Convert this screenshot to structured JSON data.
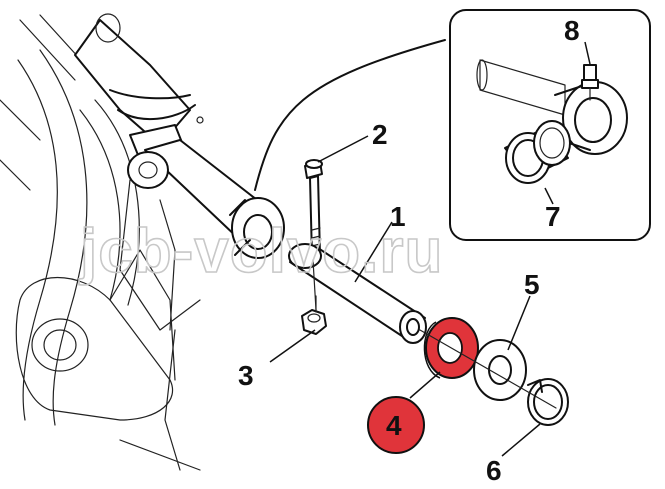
{
  "watermark": "jcb-volvo.ru",
  "callouts": {
    "c1": "1",
    "c2": "2",
    "c3": "3",
    "c4": "4",
    "c5": "5",
    "c6": "6",
    "c7": "7",
    "c8": "8"
  },
  "colors": {
    "highlight": "#e0343a",
    "line": "#111111",
    "watermark": "#c8c8c8"
  }
}
